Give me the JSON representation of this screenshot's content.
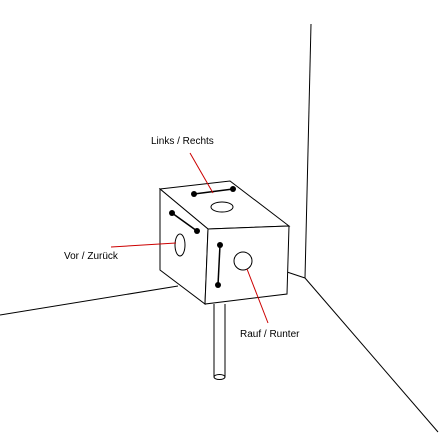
{
  "labels": {
    "left_right": "Links / Rechts",
    "forward_back": "Vor / Zurück",
    "up_down": "Rauf / Runter"
  },
  "colors": {
    "line": "#000000",
    "leader": "#cc0000",
    "background": "#ffffff"
  }
}
